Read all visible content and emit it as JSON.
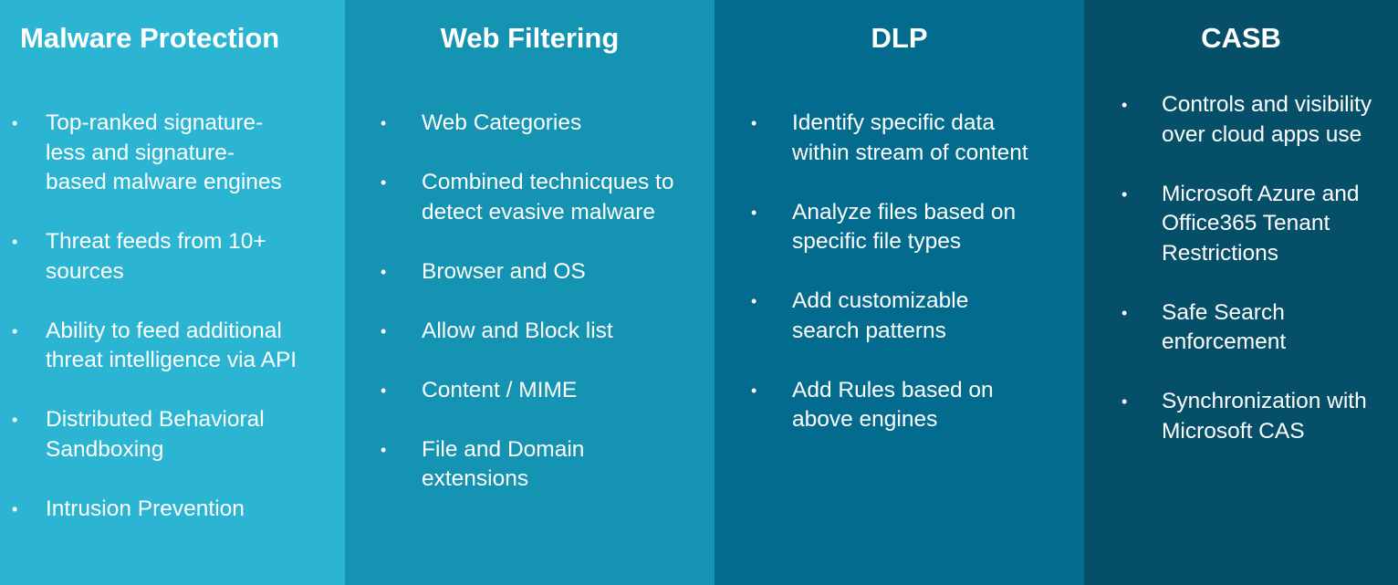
{
  "columns": [
    {
      "title": "Malware Protection",
      "items": [
        "Top-ranked signature-less and signature-based malware engines",
        "Threat feeds from 10+ sources",
        "Ability to feed additional threat intelligence  via API",
        "Distributed Behavioral Sandboxing",
        "Intrusion Prevention"
      ]
    },
    {
      "title": "Web Filtering",
      "items": [
        "Web Categories",
        "Combined technicques to detect evasive malware",
        "Browser and OS",
        "Allow and Block list",
        "Content / MIME",
        "File and Domain extensions"
      ]
    },
    {
      "title": "DLP",
      "items": [
        "Identify specific data within stream of content",
        "Analyze files based on specific file types",
        "Add customizable search patterns",
        "Add Rules based on above engines"
      ]
    },
    {
      "title": "CASB",
      "items": [
        "Controls and visibility over cloud apps use",
        "Microsoft Azure and Office365 Tenant Restrictions",
        "Safe Search enforcement",
        "Synchronization with Microsoft CAS"
      ]
    }
  ],
  "bullet": "•",
  "colors": {
    "col1": "#2bb5d3",
    "col2": "#1593b3",
    "col3": "#036c8e",
    "col4": "#054f68"
  }
}
